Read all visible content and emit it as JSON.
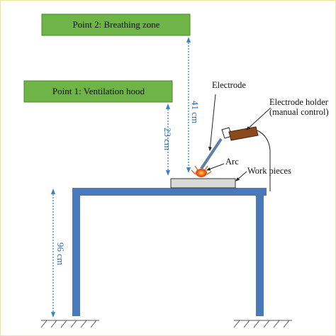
{
  "boxes": {
    "point2": "Point 2: Breathing zone",
    "point1": "Point 1: Ventilation hood"
  },
  "labels": {
    "electrode": "Electrode",
    "holder_line1": "Electrode holder",
    "holder_line2": "(manual control)",
    "arc": "Arc",
    "work_pieces": "Work pieces"
  },
  "dimensions": {
    "breathing_zone_height": "41 cm",
    "hood_height": "23 cm",
    "table_height": "96 cm"
  },
  "colors": {
    "box_fill": "#6fb447",
    "table": "#4a78b8",
    "dimension_arrow": "#3a83c4",
    "holder": "#8a4a1c",
    "arc": "#f0651e",
    "frame": "#e7e69a"
  }
}
